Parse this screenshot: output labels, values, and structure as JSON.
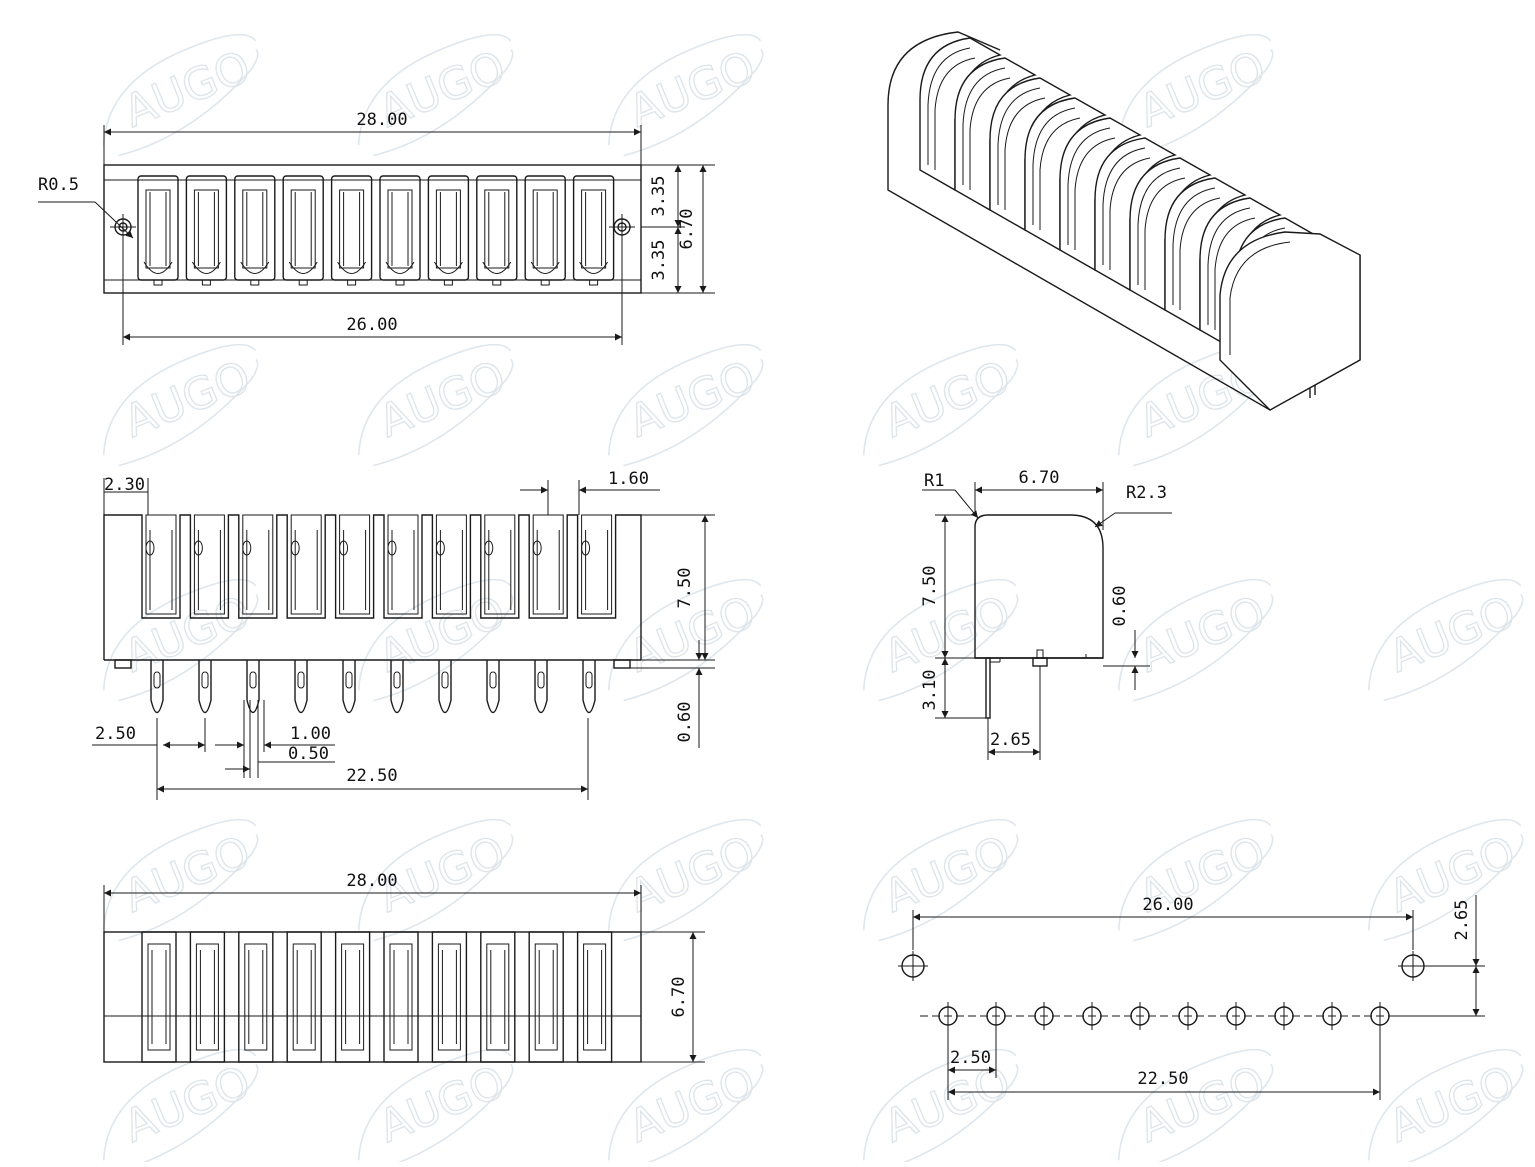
{
  "watermark": {
    "text": "AUGO"
  },
  "top_view": {
    "overall_width": "28.00",
    "mount_pitch": "26.00",
    "radius_label": "R0.5",
    "half_height_top": "3.35",
    "half_height_bottom": "3.35",
    "height": "6.70",
    "contact_count": 10
  },
  "front_view": {
    "end_wall": "2.30",
    "slot_width": "1.60",
    "body_height": "7.50",
    "standoff": "0.60",
    "pitch": "2.50",
    "pin_width": "1.00",
    "pin_thickness": "0.50",
    "pin_span": "22.50"
  },
  "side_view": {
    "depth": "6.70",
    "radius_small": "R1",
    "radius_large": "R2.3",
    "height": "7.50",
    "standoff": "0.60",
    "pin_length": "3.10",
    "pin_offset": "2.65"
  },
  "bottom_view": {
    "overall_width": "28.00",
    "height": "6.70"
  },
  "pcb_layout": {
    "mount_pitch": "26.00",
    "row_offset": "2.65",
    "pitch": "2.50",
    "pin_span": "22.50",
    "hole_count": 10
  },
  "iso_view": {
    "slots": 10
  }
}
